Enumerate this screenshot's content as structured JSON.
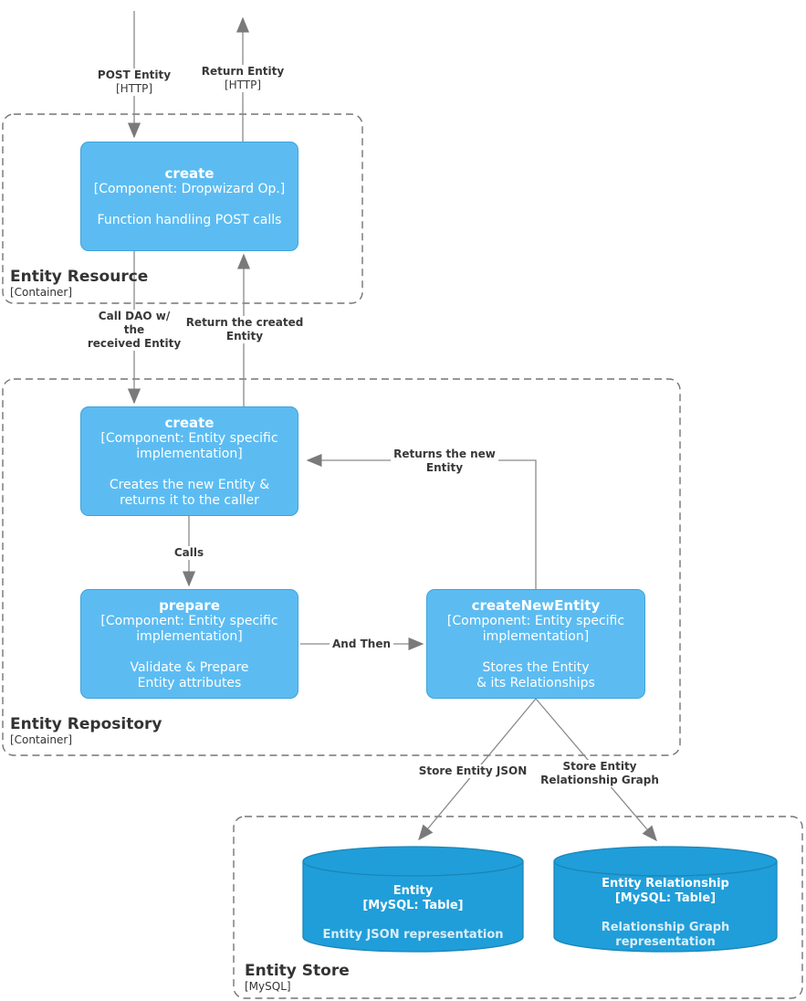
{
  "flows": {
    "post": {
      "title": "POST Entity",
      "protocol": "[HTTP]"
    },
    "return": {
      "title": "Return Entity",
      "protocol": "[HTTP]"
    },
    "call_dao": {
      "l1": "Call DAO w/",
      "l2": "the",
      "l3": "received Entity"
    },
    "return_created": {
      "l1": "Return the created",
      "l2": "Entity"
    },
    "calls": "Calls",
    "and_then": "And Then",
    "returns_new": {
      "l1": "Returns the new",
      "l2": "Entity"
    },
    "store_json": "Store Entity JSON",
    "store_graph": {
      "l1": "Store Entity",
      "l2": "Relationship Graph"
    }
  },
  "containers": {
    "resource": {
      "title": "Entity Resource",
      "type": "[Container]"
    },
    "repository": {
      "title": "Entity Repository",
      "type": "[Container]"
    },
    "store": {
      "title": "Entity Store",
      "type": "[MySQL]"
    }
  },
  "components": {
    "resource_create": {
      "title": "create",
      "meta": "[Component: Dropwizard Op.]",
      "desc": "Function handling POST calls"
    },
    "repo_create": {
      "title": "create",
      "meta1": "[Component: Entity specific",
      "meta2": "implementation]",
      "desc1": "Creates the new Entity &",
      "desc2": "returns it to the caller"
    },
    "prepare": {
      "title": "prepare",
      "meta1": "[Component: Entity specific",
      "meta2": "implementation]",
      "desc1": "Validate & Prepare",
      "desc2": "Entity attributes"
    },
    "create_new_entity": {
      "title": "createNewEntity",
      "meta1": "[Component: Entity specific",
      "meta2": "implementation]",
      "desc1": "Stores the Entity",
      "desc2": "& its Relationships"
    }
  },
  "datastores": {
    "entity": {
      "title": "Entity",
      "meta": "[MySQL: Table]",
      "desc": "Entity JSON representation"
    },
    "entity_relationship": {
      "title": "Entity Relationship",
      "meta": "[MySQL: Table]",
      "desc1": "Relationship Graph",
      "desc2": "representation"
    }
  },
  "colors": {
    "component_fill": "#5CBCF2",
    "component_border": "#3FA2DC",
    "datastore_fill": "#209ED9",
    "datastore_border": "#1B86B8",
    "connector": "#8a8a8a",
    "arrowhead": "#7a7a7a",
    "container_border": "#757575",
    "text_dark": "#333333",
    "text_light": "#ffffff"
  }
}
